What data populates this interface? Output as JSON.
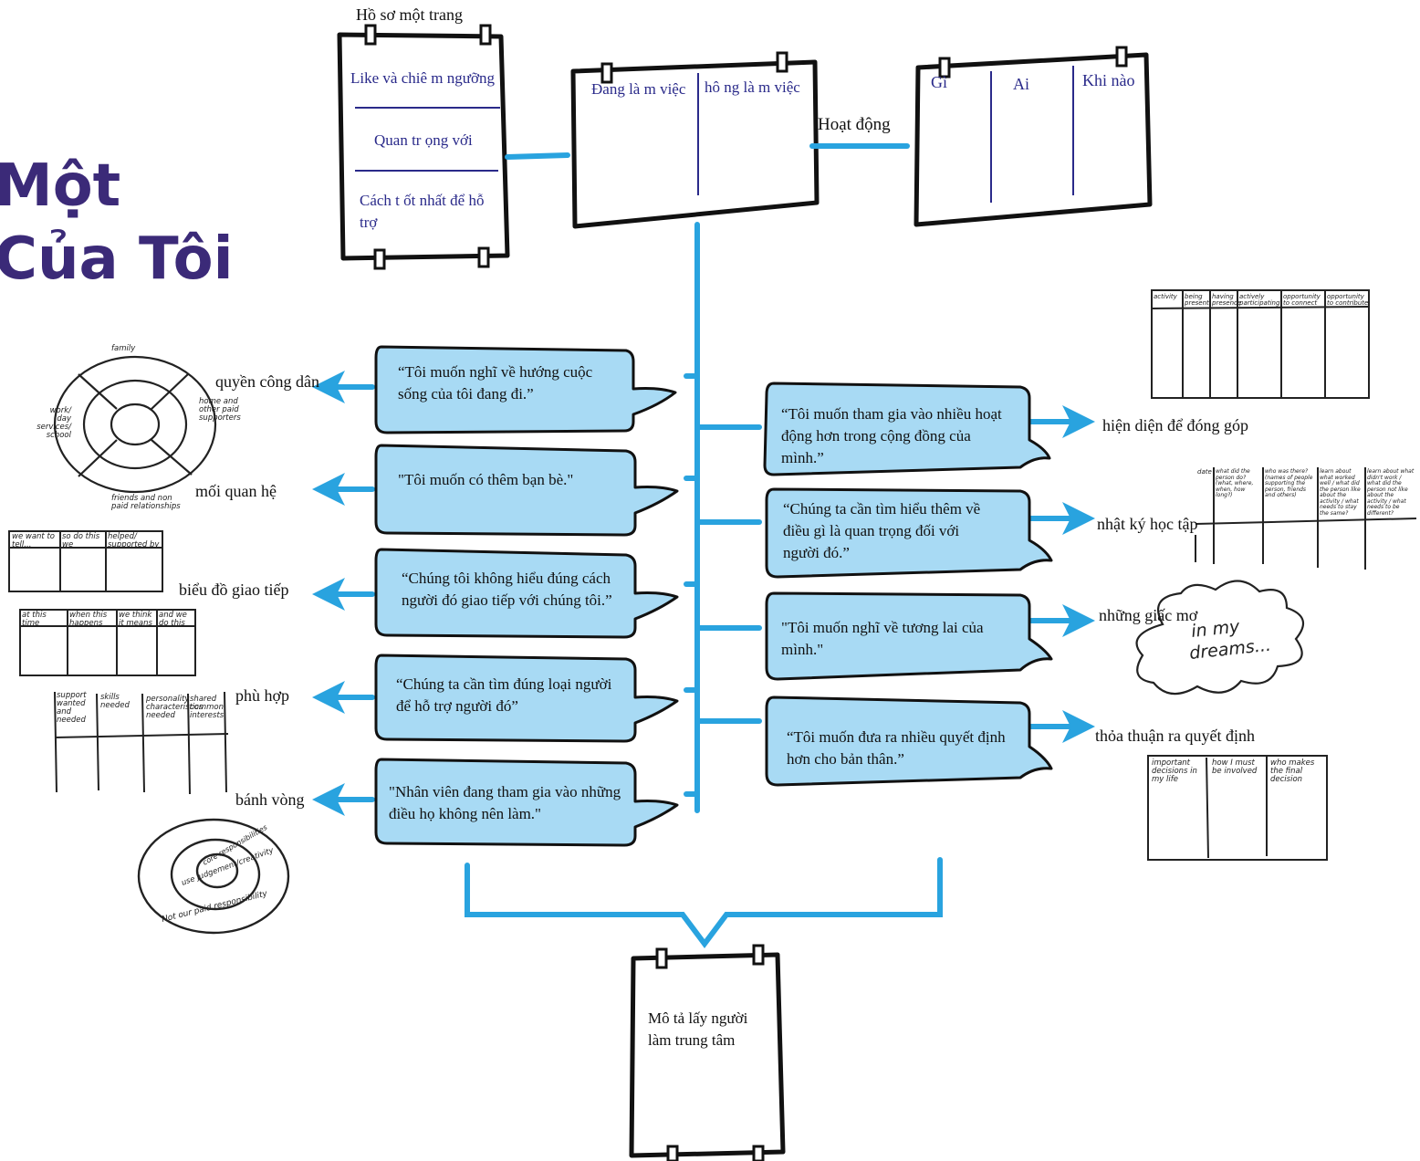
{
  "title_lines": [
    "Một",
    "Của Tôi"
  ],
  "one_page_profile": {
    "heading": "Hồ sơ một trang",
    "sections": [
      "Like và chiê m ngưỡng",
      "Quan tr ọng với",
      "Cách t ốt nhất để hỗ trợ"
    ]
  },
  "working_chart": {
    "col1": "Đang là m việc",
    "col2": "hô ng là m việc"
  },
  "action_label": "Hoạt động",
  "action_plan": {
    "col1": "Gì",
    "col2": "Ai",
    "col3": "Khi nào"
  },
  "left_bubbles": [
    "“Tôi muốn nghĩ về hướng cuộc sống của tôi đang đi.”",
    "\"Tôi muốn có thêm bạn bè.\"",
    "“Chúng tôi không hiểu đúng cách người đó giao tiếp với chúng tôi.”",
    "“Chúng ta cần tìm đúng loại người để hỗ trợ người đó”",
    "\"Nhân viên đang tham gia vào những điều họ không nên làm.\""
  ],
  "left_tools": [
    "quyền công dân",
    "mối quan hệ",
    "biểu đồ giao tiếp",
    "phù hợp",
    "bánh vòng"
  ],
  "right_bubbles": [
    "“Tôi muốn tham gia vào nhiều hoạt động hơn trong cộng đồng của mình.”",
    "“Chúng ta cần tìm hiểu thêm về điều gì là quan trọng đối với người đó.”",
    "\"Tôi muốn nghĩ về tương lai của mình.\"",
    "“Tôi muốn đưa ra nhiều quyết định hơn cho bản thân.”"
  ],
  "right_tools": [
    "hiện diện để đóng góp",
    "nhật ký học tập",
    "những giấc mơ",
    "thỏa thuận ra quyết định"
  ],
  "bottom_doc": "Mô tả lấy người làm trung tâm",
  "sketch_text": {
    "circle_family": "family",
    "circle_work": "work/ day services/ school",
    "circle_home": "home and other paid supporters",
    "circle_friends": "friends and non paid relationships",
    "comm1": [
      "we want to tell...",
      "so do this we",
      "helped/ supported by"
    ],
    "comm2": [
      "at this time",
      "when this happens",
      "we think it means",
      "and we do this"
    ],
    "match": [
      "support wanted and needed",
      "skills needed",
      "personality characteristics needed",
      "shared common interests"
    ],
    "donut_core": "core responsibilities",
    "donut_mid": "use judgement/creativity",
    "donut_outer": "Not our paid responsibility",
    "presence": [
      "activity",
      "being present",
      "having presence",
      "actively participating",
      "opportunity to connect",
      "opportunity to contribute"
    ],
    "learning_log": [
      "date",
      "what did the person do? (what, where, when, how long?)",
      "who was there? (names of people supporting the person, friends and others)",
      "learn about what worked well / what did the person like about the activity / what needs to stay the same?",
      "learn about what didn't work / what did the person not like about the activity / what needs to be different?"
    ],
    "dreams": "in my dreams...",
    "decision": [
      "important decisions in my life",
      "how I must be involved",
      "who makes the final decision"
    ]
  },
  "colors": {
    "title": "#3b2a78",
    "bubble_fill": "#a8daf4",
    "connector": "#29a3df",
    "ink": "#111111",
    "profile_text": "#2a2a8a"
  }
}
